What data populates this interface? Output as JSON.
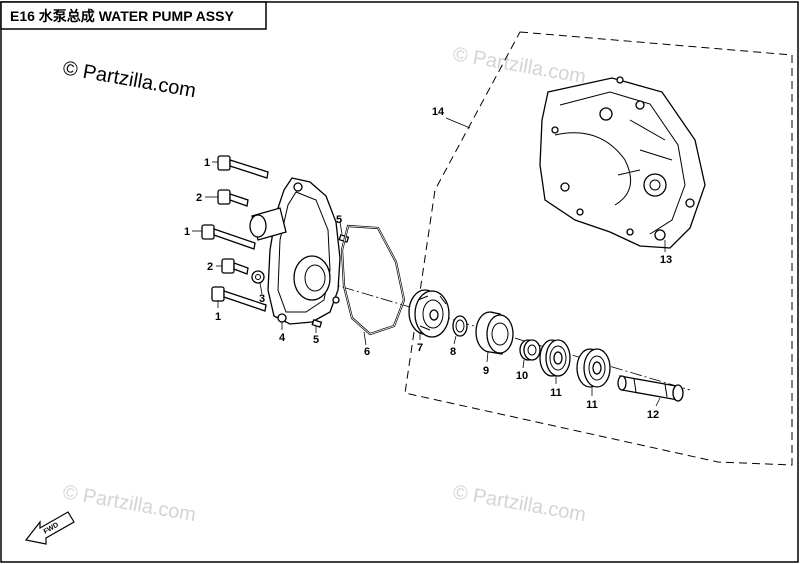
{
  "title": "E16 水泵总成 WATER PUMP ASSY",
  "watermark": {
    "main": "© Partzilla.com",
    "faint": "© Partzilla.com",
    "colors": {
      "main": "#000000",
      "faint": "#d4d4d4"
    }
  },
  "fwd_label": "FWD",
  "callouts": {
    "c1a": "1",
    "c2a": "2",
    "c1b": "1",
    "c2b": "2",
    "c1c": "1",
    "c3": "3",
    "c4": "4",
    "c5a": "5",
    "c5b": "5",
    "c6": "6",
    "c7": "7",
    "c8": "8",
    "c9": "9",
    "c10": "10",
    "c11a": "11",
    "c11b": "11",
    "c12": "12",
    "c13": "13",
    "c14": "14"
  }
}
